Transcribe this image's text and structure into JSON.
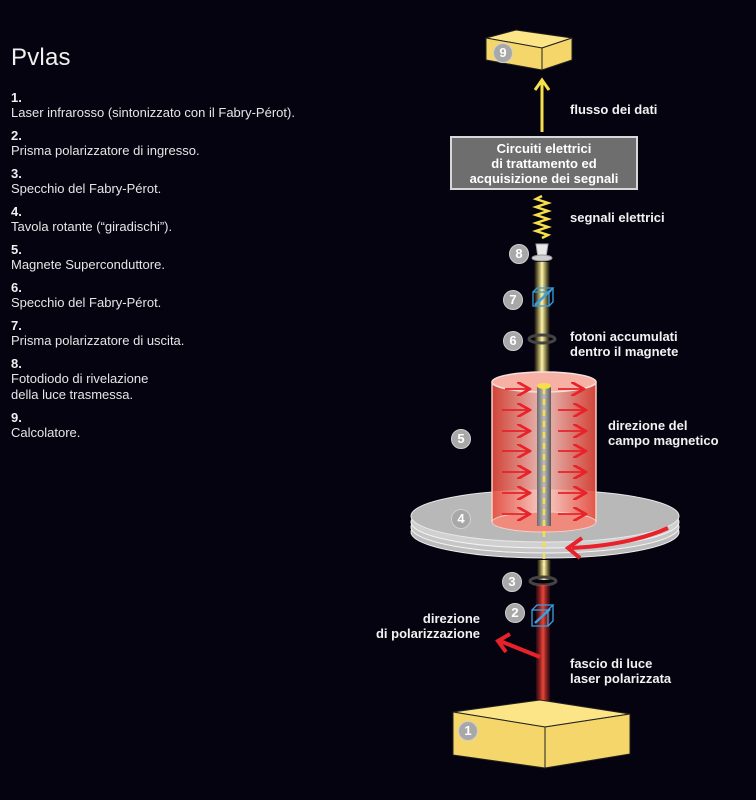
{
  "title": "Pvlas",
  "legend": [
    {
      "num": "1.",
      "text": "Laser infrarosso (sintonizzato con il Fabry-Pérot)."
    },
    {
      "num": "2.",
      "text": "Prisma polarizzatore di ingresso."
    },
    {
      "num": "3.",
      "text": "Specchio del Fabry-Pérot."
    },
    {
      "num": "4.",
      "text": "Tavola rotante (“giradischi”)."
    },
    {
      "num": "5.",
      "text": "Magnete Superconduttore."
    },
    {
      "num": "6.",
      "text": "Specchio del Fabry-Pérot."
    },
    {
      "num": "7.",
      "text": "Prisma polarizzatore di uscita."
    },
    {
      "num": "8.",
      "text": "Fotodiodo di rivelazione\ndella luce trasmessa."
    },
    {
      "num": "9.",
      "text": "Calcolatore."
    }
  ],
  "diagram": {
    "circuit_box": "Circuiti elettrici\ndi trattamento ed\nacquisizione dei segnali",
    "labels": {
      "data_flow": "flusso dei dati",
      "electric_signals": "segnali elettrici",
      "accumulated_photons": "fotoni accumulati\ndentro il magnete",
      "magnetic_field_direction": "direzione del\ncampo magnetico",
      "polarization_direction": "direzione\ndi polarizzazione",
      "polarized_laser_beam": "fascio di luce\nlaser polarizzata"
    },
    "badges": [
      "1",
      "2",
      "3",
      "4",
      "5",
      "6",
      "7",
      "8",
      "9"
    ]
  },
  "colors": {
    "background": "#05030f",
    "box_yellow": "#f7dc6f",
    "beam_yellow": "#f5e04a",
    "beam_red": "#d9302a",
    "magnet_red": "#f06a5a",
    "arrow_red": "#e8222a",
    "prism_blue": "#3aa0e0",
    "circuit_gray": "#6e6e6e"
  }
}
